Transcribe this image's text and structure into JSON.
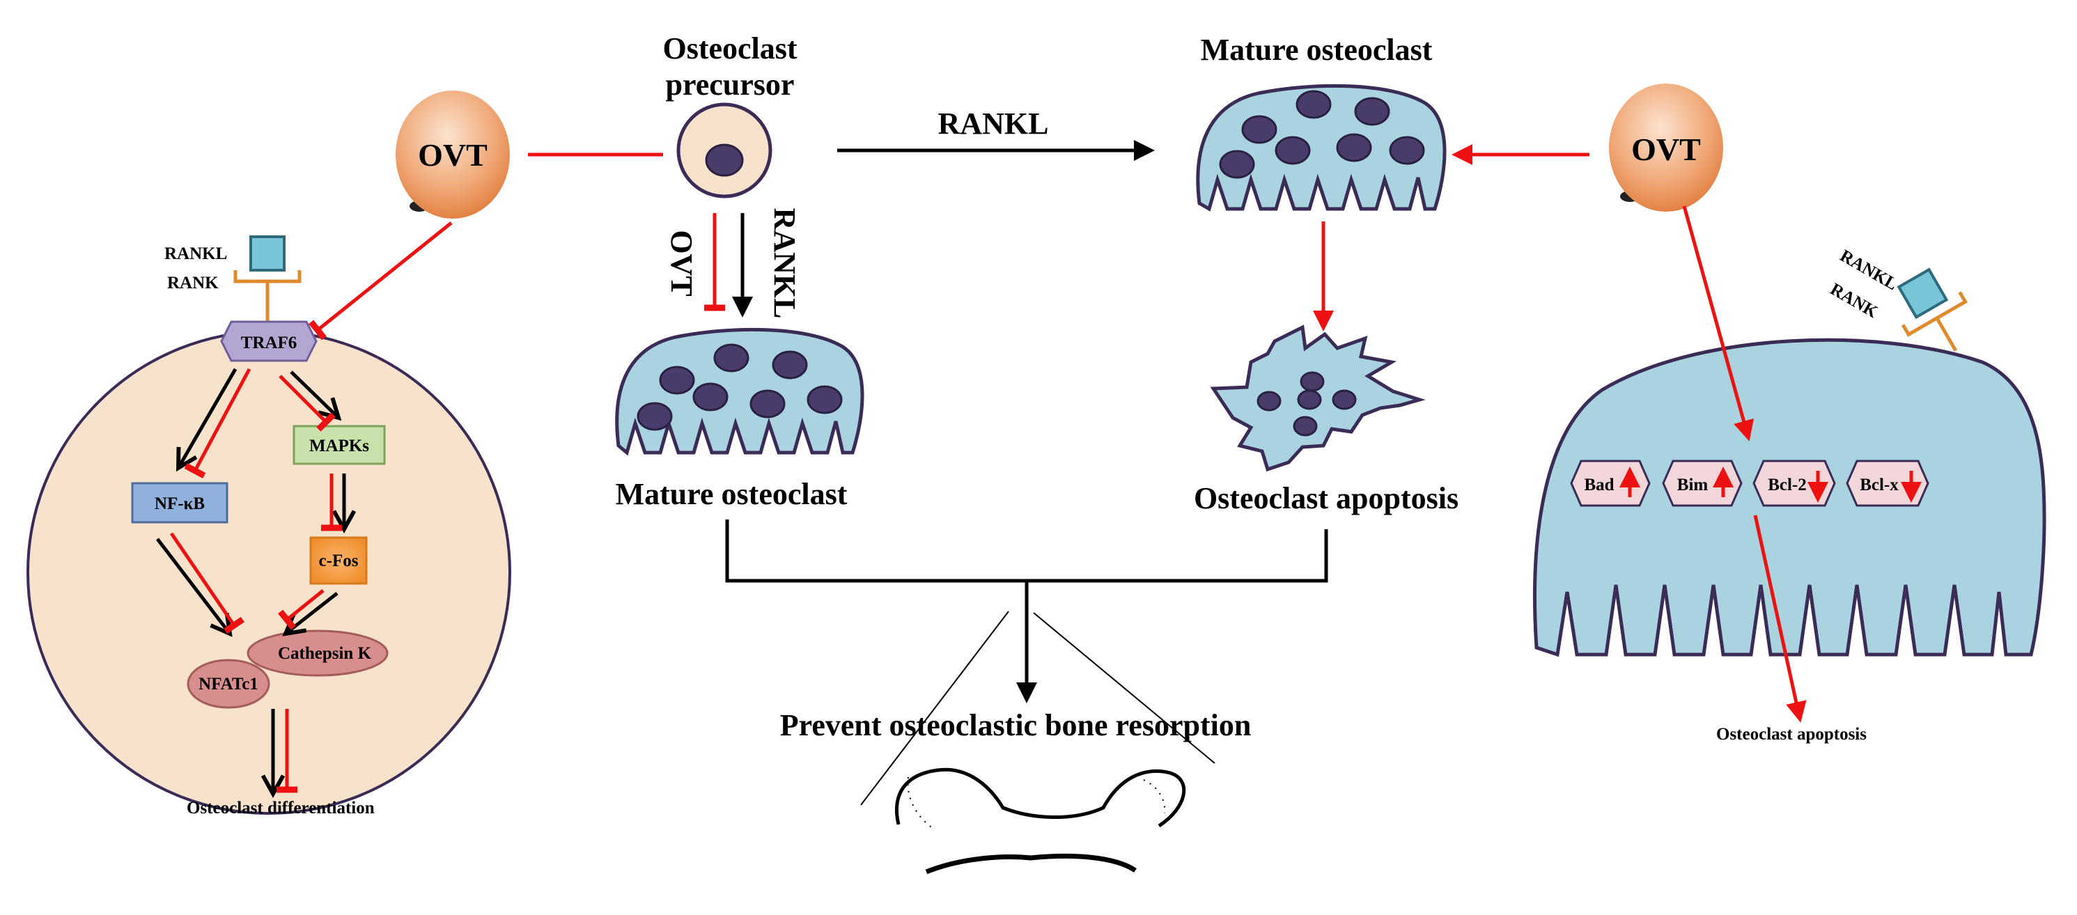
{
  "left_panel": {
    "ovt": "OVT",
    "rankl": "RANKL",
    "rank": "RANK",
    "traf6": "TRAF6",
    "nfkb": "NF-κB",
    "mapks": "MAPKs",
    "cfos": "c-Fos",
    "cathepsin": "Cathepsin K",
    "nfatc1": "NFATc1",
    "outcome": "Osteoclast differentiation"
  },
  "center_panel": {
    "precursor_line1": "Osteoclast",
    "precursor_line2": "precursor",
    "top_arrow_label": "RANKL",
    "vertical_ovt": "OVT",
    "vertical_rankl": "RANKL",
    "mature_left": "Mature osteoclast",
    "mature_top": "Mature osteoclast",
    "apoptosis": "Osteoclast apoptosis",
    "bottom": "Prevent osteoclastic bone resorption"
  },
  "right_panel": {
    "ovt": "OVT",
    "rankl": "RANKL",
    "rank": "RANK",
    "bad": "Bad",
    "bim": "Bim",
    "bcl2": "Bcl-2",
    "bclx": "Bcl-x",
    "outcome": "Osteoclast apoptosis"
  },
  "colors": {
    "inhibit": "#ee1111",
    "promote": "#000000",
    "osteoclast": "#a9d4df",
    "nucleus": "#4a3c6a",
    "cytoplasm": "#f7e2cc",
    "egg": "#e98a4c"
  },
  "regulation": {
    "bad": "up",
    "bim": "up",
    "bcl2": "down",
    "bclx": "down"
  }
}
